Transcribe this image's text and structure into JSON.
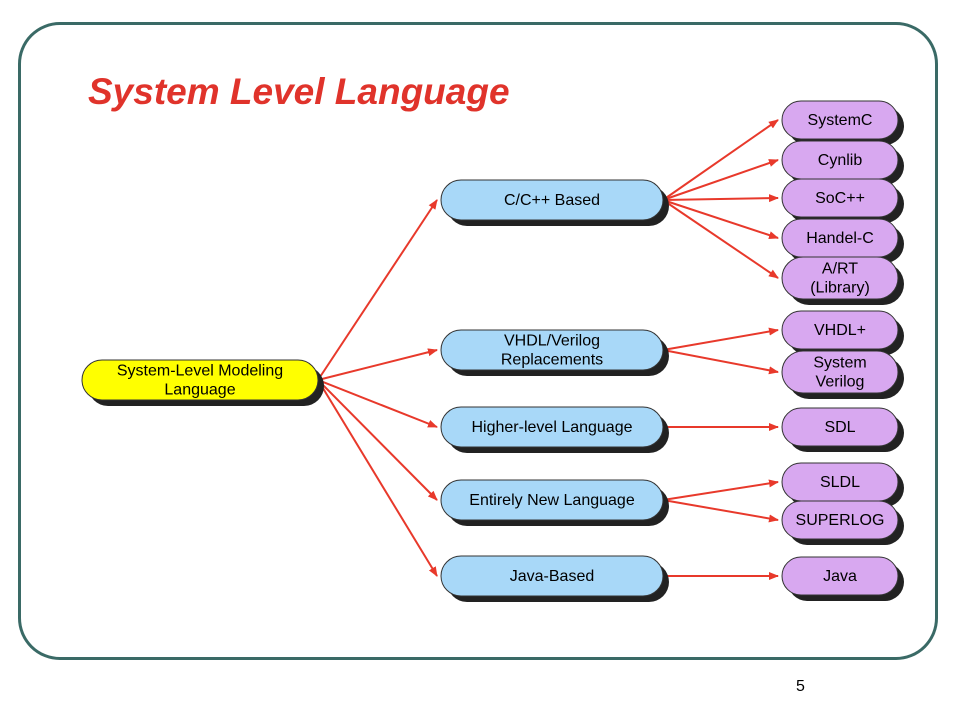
{
  "title": "System Level Language",
  "page_number": "5",
  "colors": {
    "title": "#e0332b",
    "arrow": "#e8392b",
    "root_fill": "#ffff00",
    "category_fill": "#a8d8f8",
    "leaf_fill": "#d8a8f0",
    "frame": "#3a6a66"
  },
  "root": {
    "lines": [
      "System-Level Modeling",
      "Language"
    ]
  },
  "categories": [
    {
      "id": "cpp",
      "lines": [
        "C/C++ Based"
      ]
    },
    {
      "id": "vhdl",
      "lines": [
        "VHDL/Verilog",
        "Replacements"
      ]
    },
    {
      "id": "higher",
      "lines": [
        "Higher-level Language"
      ]
    },
    {
      "id": "new",
      "lines": [
        "Entirely New Language"
      ]
    },
    {
      "id": "java",
      "lines": [
        "Java-Based"
      ]
    }
  ],
  "leaves": [
    {
      "id": "systemc",
      "parent": "cpp",
      "lines": [
        "SystemC"
      ]
    },
    {
      "id": "cynlib",
      "parent": "cpp",
      "lines": [
        "Cynlib"
      ]
    },
    {
      "id": "socpp",
      "parent": "cpp",
      "lines": [
        "SoC++"
      ]
    },
    {
      "id": "handelc",
      "parent": "cpp",
      "lines": [
        "Handel-C"
      ]
    },
    {
      "id": "art",
      "parent": "cpp",
      "lines": [
        "A/RT",
        "(Library)"
      ]
    },
    {
      "id": "vhdlplus",
      "parent": "vhdl",
      "lines": [
        "VHDL+"
      ]
    },
    {
      "id": "sysverilog",
      "parent": "vhdl",
      "lines": [
        "System",
        "Verilog"
      ]
    },
    {
      "id": "sdl",
      "parent": "higher",
      "lines": [
        "SDL"
      ]
    },
    {
      "id": "sldl",
      "parent": "new",
      "lines": [
        "SLDL"
      ]
    },
    {
      "id": "superlog",
      "parent": "new",
      "lines": [
        "SUPERLOG"
      ]
    },
    {
      "id": "javaleaf",
      "parent": "java",
      "lines": [
        "Java"
      ]
    }
  ]
}
